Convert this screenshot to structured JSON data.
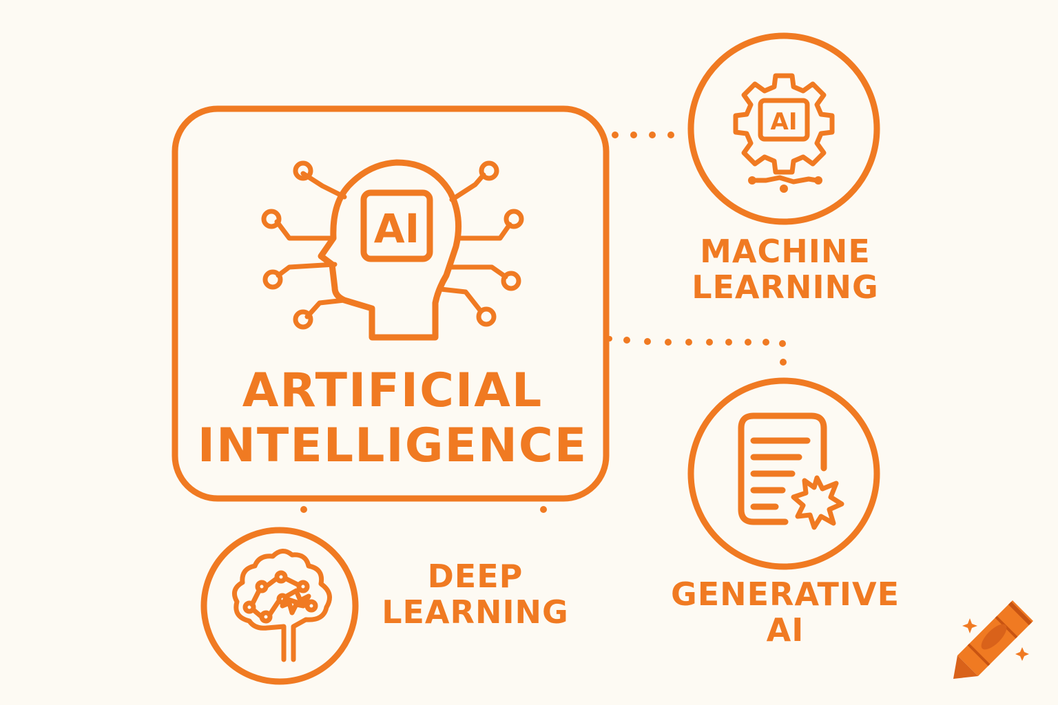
{
  "nodes": {
    "ai": {
      "title_line1": "ARTIFICIAL",
      "title_line2": "INTELLIGENCE",
      "icon": "ai-head-circuit-icon",
      "chip_text": "AI"
    },
    "ml": {
      "title_line1": "MACHINE",
      "title_line2": "LEARNING",
      "icon": "ai-gear-icon",
      "chip_text": "AI"
    },
    "dl": {
      "title_line1": "DEEP",
      "title_line2": "LEARNING",
      "icon": "neural-tree-icon"
    },
    "ga": {
      "title_line1": "GENERATIVE",
      "title_line2": "AI",
      "icon": "document-spark-icon"
    }
  },
  "decoration": {
    "icon": "crayon-icon"
  },
  "colors": {
    "accent": "#f07a22",
    "background": "#fdfaf3",
    "crayon_dark": "#d9621a"
  }
}
